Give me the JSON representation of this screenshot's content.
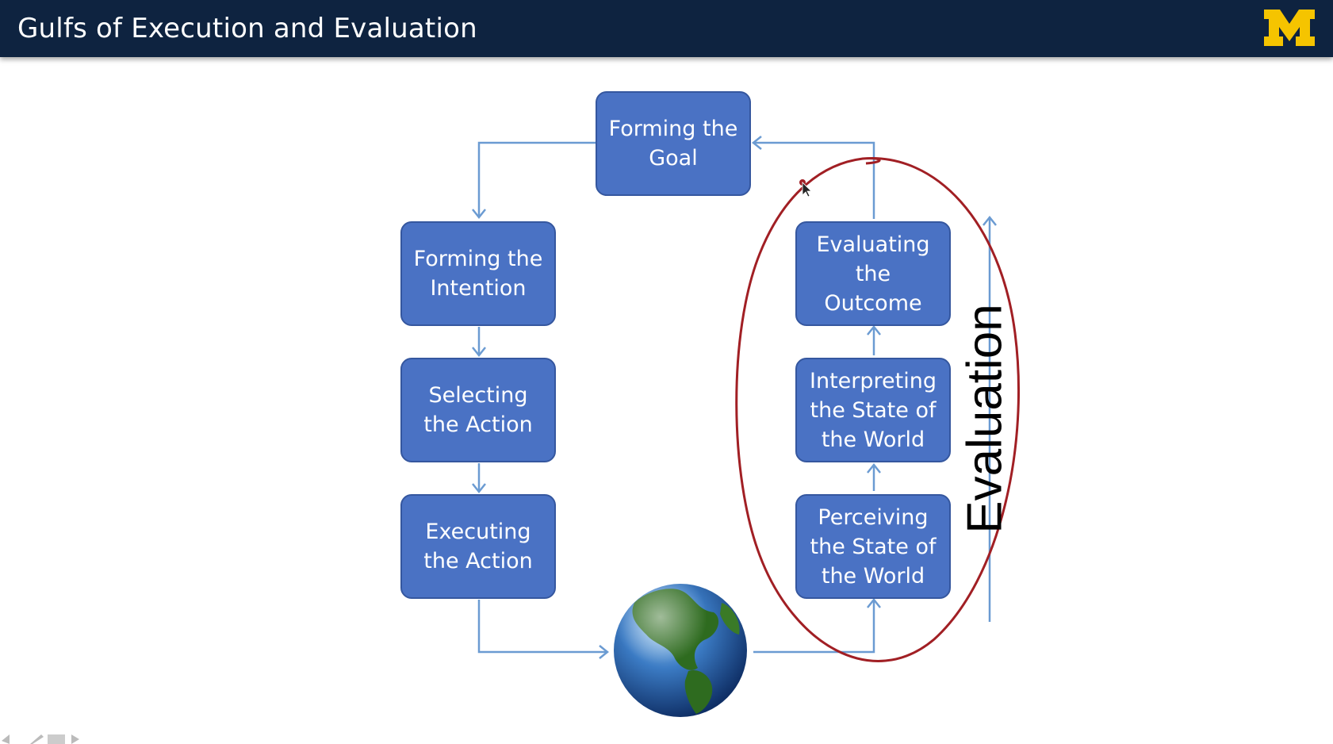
{
  "slide": {
    "title": "Gulfs of Execution and Evaluation"
  },
  "nodes": {
    "goal": "Forming the\nGoal",
    "intention": "Forming the\nIntention",
    "selecting": "Selecting\nthe Action",
    "executing": "Executing\nthe Action",
    "evaluating": "Evaluating\nthe\nOutcome",
    "interpreting": "Interpreting\nthe State of\nthe World",
    "perceiving": "Perceiving\nthe State of\nthe World"
  },
  "annotation": {
    "side_label": "Evaluation"
  },
  "colors": {
    "header_bg": "#0e2340",
    "logo": "#f5c400",
    "node_fill": "#4a72c4",
    "connector": "#6b9bd2",
    "ink": "#a11f24"
  }
}
